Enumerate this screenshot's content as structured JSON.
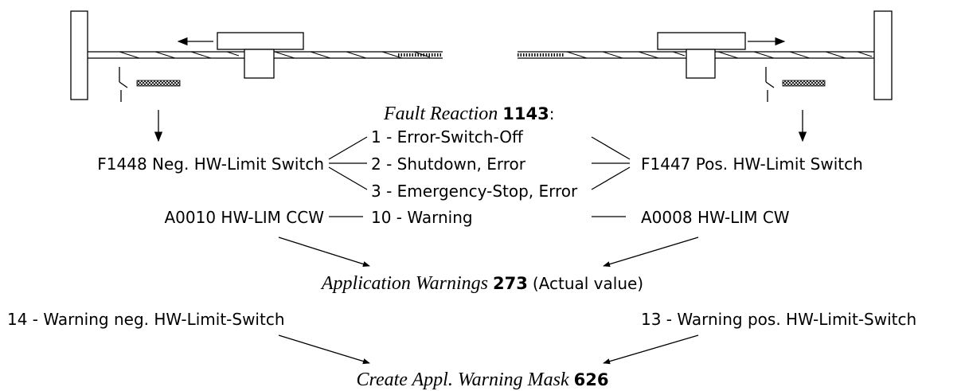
{
  "fault_reaction": {
    "label": "Fault Reaction",
    "number": "1143",
    "colon": ":",
    "options": [
      "1 - Error-Switch-Off",
      "2 - Shutdown, Error",
      "3 - Emergency-Stop, Error",
      "10 - Warning"
    ]
  },
  "left": {
    "fault": "F1448 Neg. HW-Limit Switch",
    "warning": "A0010 HW-LIM CCW",
    "bit": "14 - Warning neg. HW-Limit-Switch"
  },
  "right": {
    "fault": "F1447 Pos. HW-Limit Switch",
    "warning": "A0008 HW-LIM CW",
    "bit": "13 - Warning pos. HW-Limit-Switch"
  },
  "app_warnings": {
    "label": "Application Warnings",
    "number": "273",
    "suffix": "(Actual value)"
  },
  "warning_mask": {
    "label": "Create Appl. Warning Mask",
    "number": "626"
  },
  "colors": {
    "line": "#000000",
    "background": "#ffffff"
  }
}
